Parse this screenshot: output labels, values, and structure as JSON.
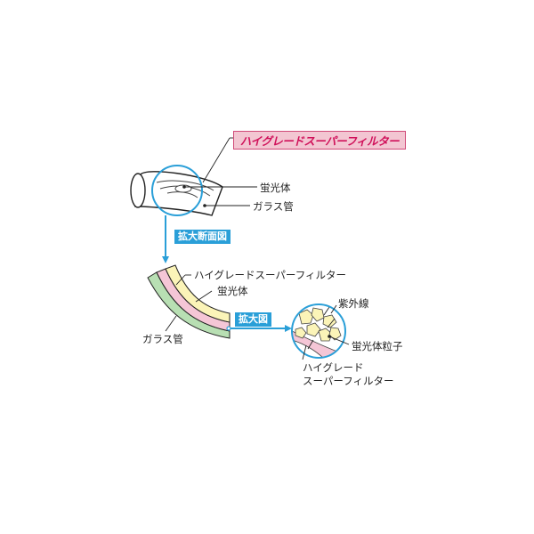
{
  "title": "ハイグレードスーパーフィルター",
  "labels": {
    "phosphor": "蛍光体",
    "glass_tube": "ガラス管",
    "enlarged_section": "拡大断面図",
    "filter_layer": "ハイグレードスーパーフィルター",
    "phosphor_layer": "蛍光体",
    "glass_tube_layer": "ガラス管",
    "enlarged": "拡大図",
    "ultraviolet": "紫外線",
    "phosphor_particles": "蛍光体粒子",
    "filter_line1": "ハイグレード",
    "filter_line2": "スーパーフィルター"
  },
  "colors": {
    "accent_blue": "#2a9fd8",
    "title_pink": "#d0115a",
    "title_bg": "#f3c6d2",
    "layer_green": "#b8dfb3",
    "layer_pink": "#f5c6d6",
    "layer_yellow": "#fbf4b8"
  }
}
